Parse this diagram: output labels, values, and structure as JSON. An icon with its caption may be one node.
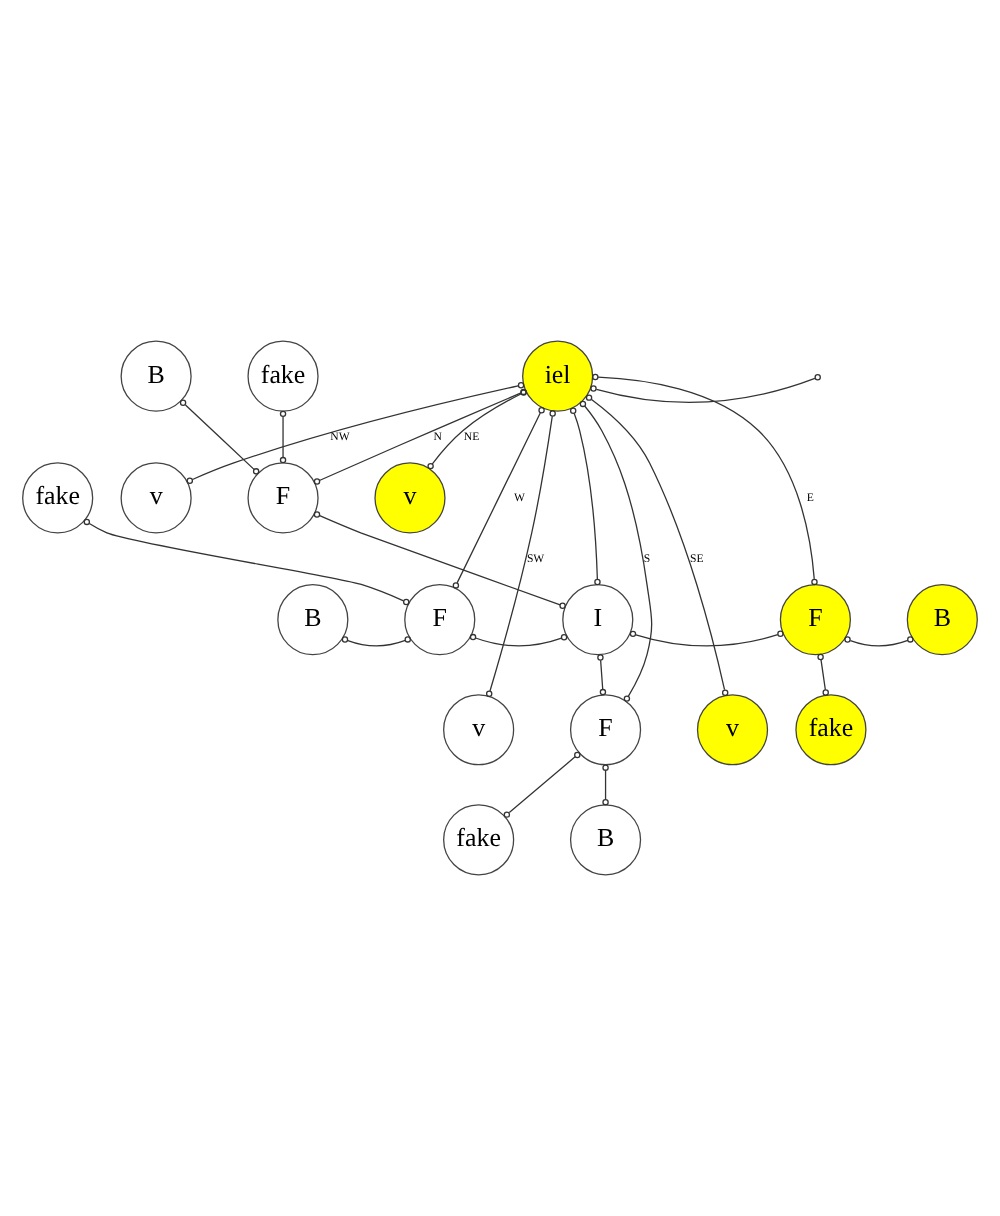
{
  "diagram": {
    "nodes": [
      {
        "text": [
          "iel"
        ]
      },
      {
        "text": [
          "B"
        ]
      },
      {
        "text": [
          "fake"
        ]
      },
      {
        "text": [
          "v"
        ]
      },
      {
        "text": [
          "F"
        ]
      },
      {
        "text": [
          "v"
        ]
      },
      {
        "text": [
          "fake"
        ]
      },
      {
        "text": [
          "B"
        ]
      },
      {
        "text": [
          "F"
        ]
      },
      {
        "text": [
          "I"
        ]
      },
      {
        "text": [
          "F"
        ]
      },
      {
        "text": [
          "B"
        ]
      },
      {
        "text": [
          "v"
        ]
      },
      {
        "text": [
          "F"
        ]
      },
      {
        "text": [
          "v"
        ]
      },
      {
        "text": [
          "fake"
        ]
      },
      {
        "text": [
          "fake"
        ]
      },
      {
        "text": [
          "B"
        ]
      }
    ],
    "edges": [
      {
        "from": 0,
        "to": null,
        "arrow": "other"
      },
      {
        "from": 0,
        "to": 3,
        "arrow": "other",
        "label": "NW"
      },
      {
        "from": 0,
        "to": 4,
        "arrow": "other",
        "label": "N"
      },
      {
        "from": 0,
        "to": 5,
        "arrow": "other",
        "label": "NE"
      },
      {
        "from": 0,
        "to": 8,
        "arrow": "other",
        "label": "W"
      },
      {
        "from": 0,
        "to": 9,
        "arrow": "other"
      },
      {
        "from": 0,
        "to": 10,
        "arrow": "other",
        "label": "E"
      },
      {
        "from": 0,
        "to": 12,
        "arrow": "other",
        "label": "SW"
      },
      {
        "from": 0,
        "to": 13,
        "arrow": "other",
        "label": "S"
      },
      {
        "from": 0,
        "to": 14,
        "arrow": "other",
        "label": "SE"
      },
      {
        "from": 1,
        "to": 4,
        "arrow": "other"
      },
      {
        "from": 2,
        "to": 4,
        "arrow": "other"
      },
      {
        "from": 4,
        "to": 9,
        "arrow": "other"
      },
      {
        "from": 6,
        "to": 8,
        "arrow": "other"
      },
      {
        "from": 7,
        "to": 8,
        "arrow": "other"
      },
      {
        "from": 8,
        "to": 9,
        "arrow": "other"
      },
      {
        "from": 9,
        "to": 10,
        "arrow": "other"
      },
      {
        "from": 10,
        "to": 11,
        "arrow": "other"
      },
      {
        "from": 10,
        "to": 15,
        "arrow": "other"
      },
      {
        "from": 9,
        "to": 13,
        "arrow": "other"
      },
      {
        "from": 13,
        "to": 16,
        "arrow": "other"
      },
      {
        "from": 13,
        "to": 17,
        "arrow": "other"
      }
    ]
  }
}
